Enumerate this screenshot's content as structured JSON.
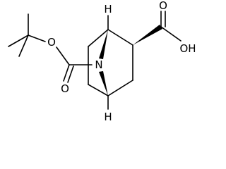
{
  "atom_labels": {
    "o_ester": "O",
    "o_carbonyl_ester": "O",
    "n_bridge": "N",
    "h_top": "H",
    "h_bottom": "H",
    "o_acid_carbonyl": "O",
    "oh_acid": "OH"
  },
  "colors": {
    "ink": "#000000",
    "background": "#ffffff"
  }
}
